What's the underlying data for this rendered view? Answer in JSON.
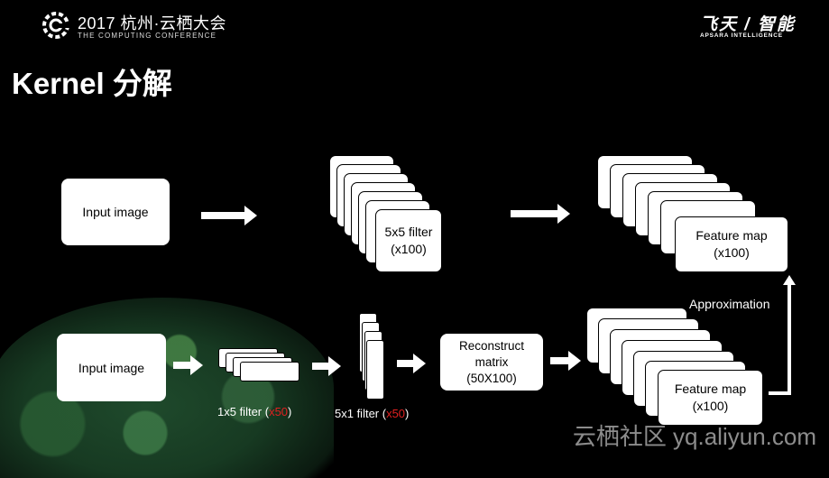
{
  "header": {
    "conference_title": "2017 杭州·云栖大会",
    "conference_subtitle": "THE COMPUTING CONFERENCE",
    "brand_title": "飞天 / 智能",
    "brand_subtitle": "APSARA INTELLIGENCE"
  },
  "slide": {
    "title": "Kernel 分解"
  },
  "top_row": {
    "input_label": "Input image",
    "filter_label_line1": "5x5 filter",
    "filter_label_line2": "(x100)",
    "feature_label_line1": "Feature map",
    "feature_label_line2": "(x100)"
  },
  "bottom_row": {
    "input_label": "Input image",
    "filter1_prefix": "1x5 filter (",
    "filter1_count": "x50",
    "filter1_suffix": ")",
    "filter2_prefix": "5x1 filter (",
    "filter2_count": "x50",
    "filter2_suffix": ")",
    "reconstruct_line1": "Reconstruct",
    "reconstruct_line2": "matrix",
    "reconstruct_line3": "(50X100)",
    "feature_label_line1": "Feature map",
    "feature_label_line2": "(x100)",
    "approximation_label": "Approximation"
  },
  "watermark": "云栖社区 yq.aliyun.com",
  "colors": {
    "background": "#000000",
    "accent_red": "#e02020",
    "box": "#ffffff"
  }
}
